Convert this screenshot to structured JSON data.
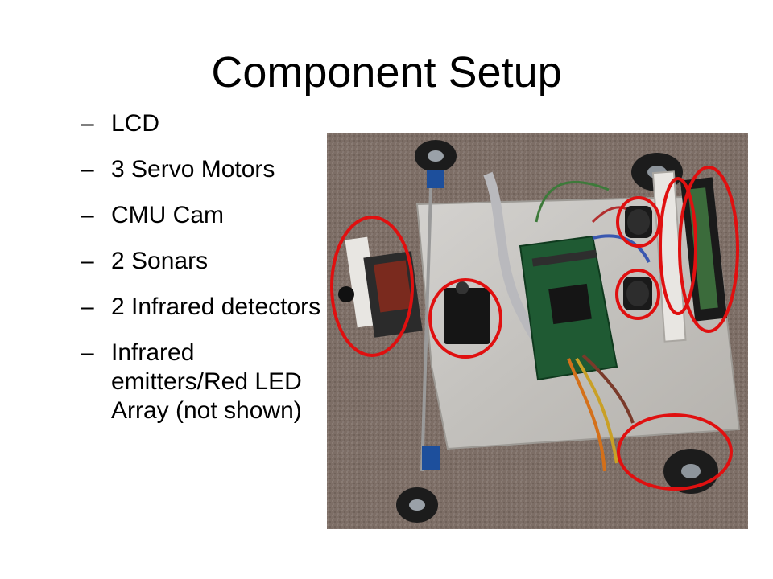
{
  "slide": {
    "title": "Component Setup",
    "bullet_marker": "–",
    "bullets": [
      "LCD",
      "3 Servo Motors",
      "CMU Cam",
      "2 Sonars",
      "2 Infrared detectors",
      "Infrared emitters/Red LED Array (not shown)"
    ]
  },
  "colors": {
    "annotation_circle": "#e01010",
    "carpet": "#7d6e66",
    "aluminum_plate": "#c9c7c3"
  }
}
